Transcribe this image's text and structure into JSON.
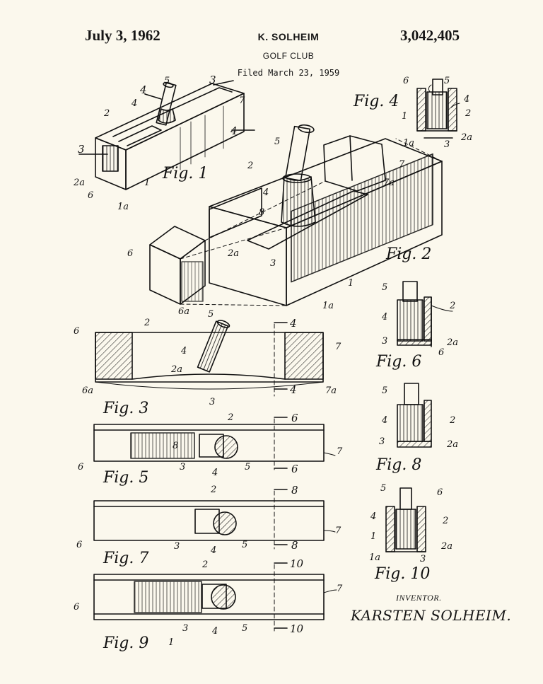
{
  "header": {
    "date": "July 3, 1962",
    "inventor": "K. SOLHEIM",
    "patent_number": "3,042,405",
    "title": "GOLF CLUB",
    "filed": "Filed March 23, 1959"
  },
  "figures": {
    "fig1": "Fig. 1",
    "fig2": "Fig. 2",
    "fig3": "Fig. 3",
    "fig4": "Fig. 4",
    "fig5": "Fig. 5",
    "fig6": "Fig. 6",
    "fig7": "Fig. 7",
    "fig8": "Fig. 8",
    "fig9": "Fig. 9",
    "fig10": "Fig. 10"
  },
  "refs": {
    "r1": "1",
    "r1a": "1a",
    "r2": "2",
    "r2a": "2a",
    "r3": "3",
    "r4": "4",
    "r5": "5",
    "r6": "6",
    "r6a": "6a",
    "r7": "7",
    "r7a": "7a",
    "r8": "8",
    "r10": "10"
  },
  "footer": {
    "inventor_label": "INVENTOR.",
    "inventor_signature": "KARSTEN SOLHEIM."
  },
  "colors": {
    "paper": "#fbf8ed",
    "ink": "#111111"
  }
}
